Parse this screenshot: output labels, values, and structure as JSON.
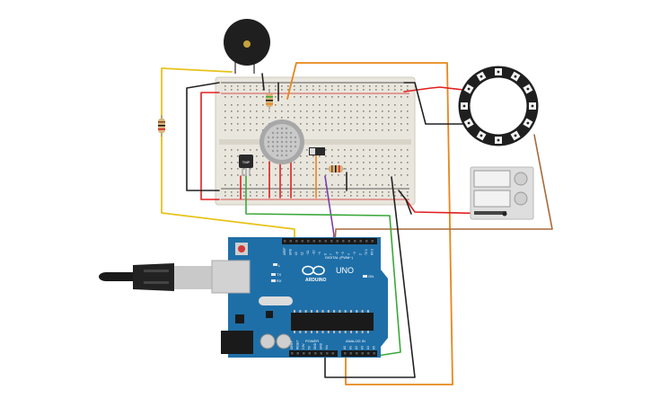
{
  "board": {
    "brand": "ARDUINO",
    "model": "UNO",
    "digital_label": "DIGITAL (PWM~)",
    "power_label": "POWER",
    "analog_label": "ANALOG IN",
    "on_label": "ON",
    "tx_label": "TX",
    "rx_label": "RX",
    "l_label": "L",
    "digital_pins": [
      "AREF",
      "GND",
      "13",
      "12",
      "~11",
      "~10",
      "~9",
      "8",
      "7",
      "~6",
      "~5",
      "4",
      "~3",
      "2",
      "TX 1",
      "RX 0"
    ],
    "power_pins": [
      "IOREF",
      "RESET",
      "3.3V",
      "5V",
      "GND",
      "GND",
      "Vin"
    ],
    "analog_pins": [
      "A0",
      "A1",
      "A2",
      "A3",
      "A4",
      "A5"
    ]
  },
  "sensor": {
    "label": "TMP"
  },
  "colors": {
    "board_blue": "#1e6fa8",
    "wire_red": "#e02020",
    "wire_black": "#222222",
    "wire_yellow": "#e8c21a",
    "wire_orange": "#e8861a",
    "wire_green": "#3aa83a",
    "wire_purple": "#7b3fa8",
    "wire_brown": "#a86a3a"
  }
}
